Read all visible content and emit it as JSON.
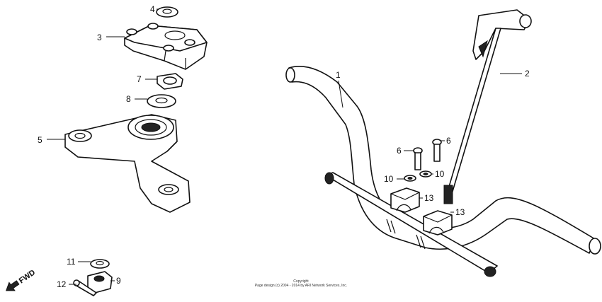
{
  "callouts": {
    "c1": "1",
    "c2": "2",
    "c3": "3",
    "c4": "4",
    "c5": "5",
    "c6a": "6",
    "c6b": "6",
    "c7": "7",
    "c8": "8",
    "c9": "9",
    "c10a": "10",
    "c10b": "10",
    "c11": "11",
    "c12": "12",
    "c13a": "13",
    "c13b": "13"
  },
  "direction_label": "FWD",
  "copyright": {
    "line1": "Copyright",
    "line2": "Page design (c) 2004 - 2014 by ARI Network Services, Inc."
  }
}
